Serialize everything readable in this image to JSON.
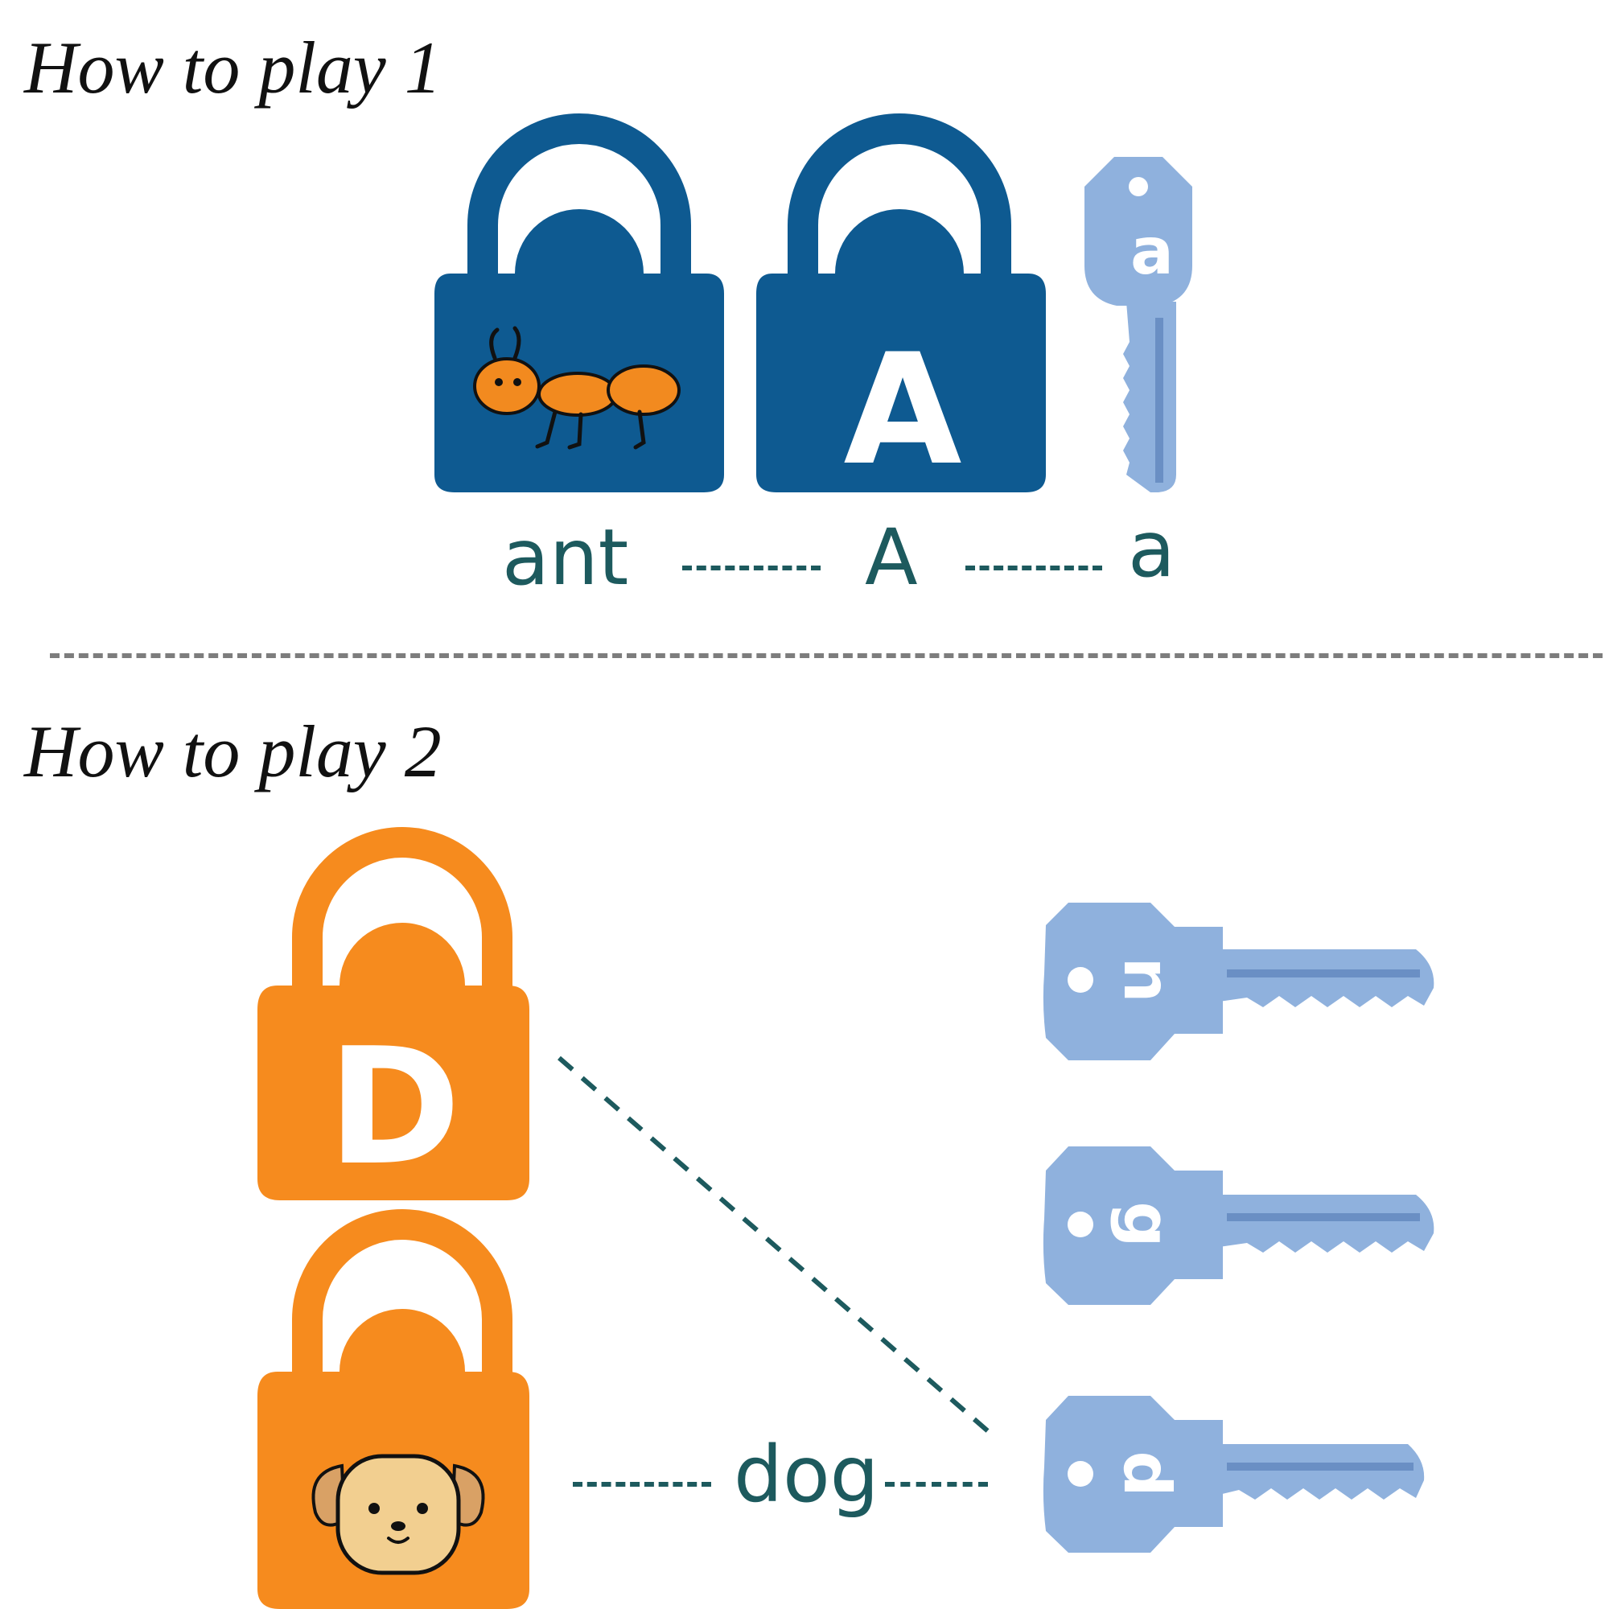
{
  "section1": {
    "heading": "How to play 1",
    "lock_picture": "ant-icon",
    "lock_letter": "A",
    "key_letter": "a",
    "caption_word": "ant",
    "caption_upper": "A",
    "caption_lower": "a"
  },
  "section2": {
    "heading": "How to play 2",
    "lock_letter": "D",
    "lock_picture": "dog-icon",
    "keys": [
      "n",
      "g",
      "d"
    ],
    "caption_word": "dog"
  },
  "colors": {
    "blue_lock": "#0e5a91",
    "orange_lock": "#f68b1e",
    "key_blue": "#8fb1dd",
    "caption_teal": "#1d5a5e",
    "divider_gray": "#7d7d7d"
  }
}
